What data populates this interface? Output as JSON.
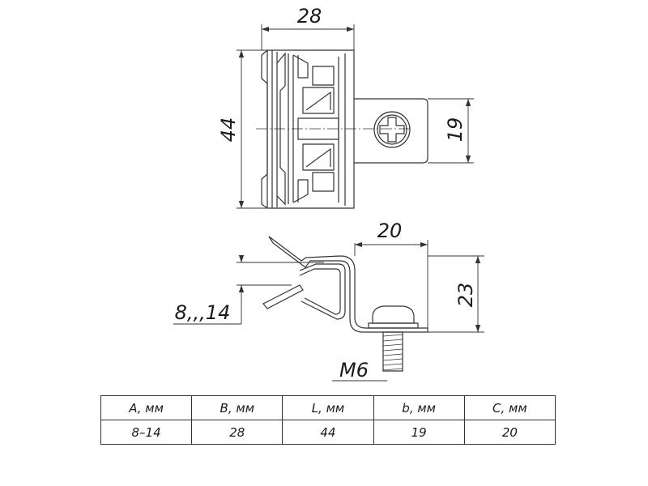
{
  "dimensions": {
    "top_width": "28",
    "top_height": "44",
    "tab_height": "19",
    "side_width": "20",
    "side_height": "23",
    "clamp_range": "8,,,14",
    "bolt": "M6"
  },
  "table": {
    "headers": [
      "A, мм",
      "B, мм",
      "L, мм",
      "b, мм",
      "C, мм"
    ],
    "values": [
      "8–14",
      "28",
      "44",
      "19",
      "20"
    ]
  }
}
